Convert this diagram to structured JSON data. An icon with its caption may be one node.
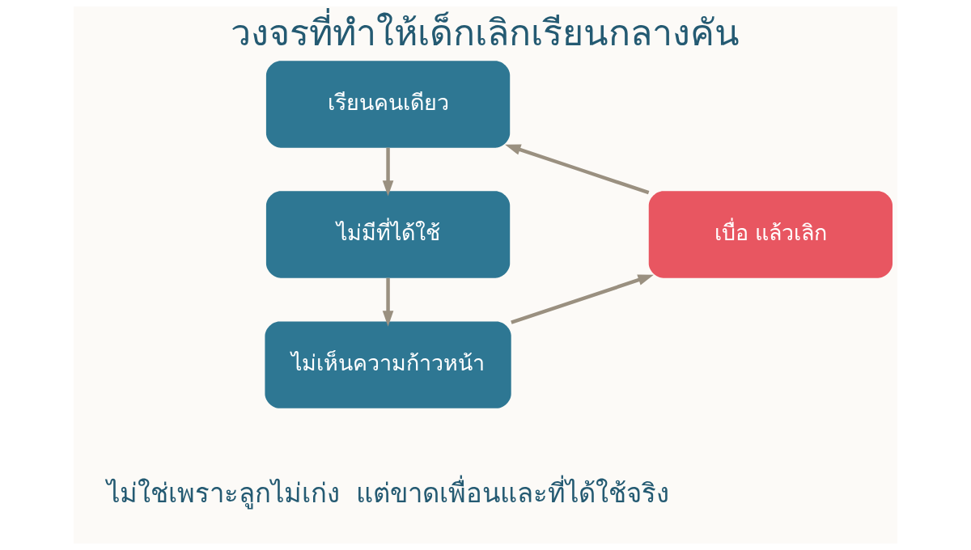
{
  "diagram": {
    "title": "วงจรที่ทำให้เด็กเลิกเรียนกลางคัน",
    "caption": "ไม่ใช่เพราะลูกไม่เก่ง  แต่ขาดเพื่อนและที่ได้ใช้จริง",
    "nodes": [
      {
        "text": [
          "เรียนคนเดียว"
        ]
      },
      {
        "text": [
          "ไม่มีที่ได้ใช้"
        ]
      },
      {
        "text": [
          "ไม่เห็นความก้าวหน้า"
        ]
      },
      {
        "text": [
          "เบื่อ แล้วเลิก"
        ]
      }
    ],
    "edges": [
      {
        "from": 0,
        "to": 1,
        "arrow": "to"
      },
      {
        "from": 1,
        "to": 2,
        "arrow": "to"
      },
      {
        "from": 2,
        "to": 3,
        "arrow": "to"
      },
      {
        "from": 3,
        "to": 0,
        "arrow": "to"
      }
    ]
  }
}
